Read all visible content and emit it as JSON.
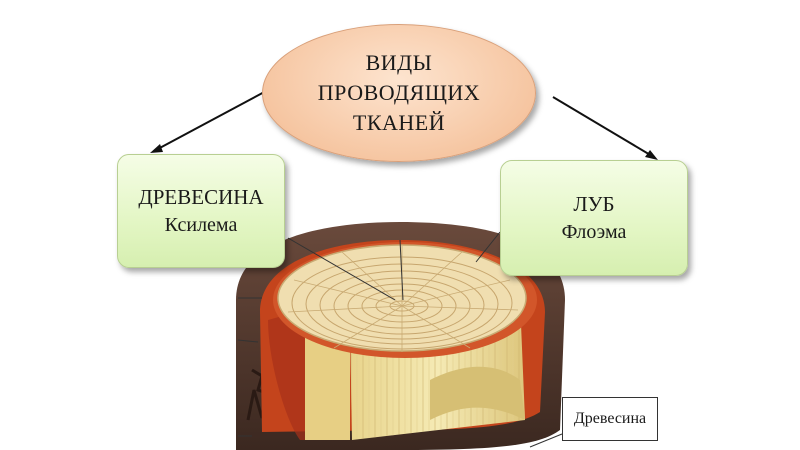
{
  "diagram": {
    "center": {
      "lines": [
        "ВИДЫ",
        "ПРОВОДЯЩИХ",
        "ТКАНЕЙ"
      ]
    },
    "left": {
      "title": "ДРЕВЕСИНА",
      "subtitle": "Ксилема"
    },
    "right": {
      "title": "ЛУБ",
      "subtitle": "Флоэма"
    },
    "callout_label": "Древесина"
  },
  "colors": {
    "oval_fill": "#f6c6a2",
    "box_fill": "#e3f6c4",
    "bark": "#5a3a30",
    "phloem": "#c8481e",
    "wood": "#f0deb0"
  }
}
